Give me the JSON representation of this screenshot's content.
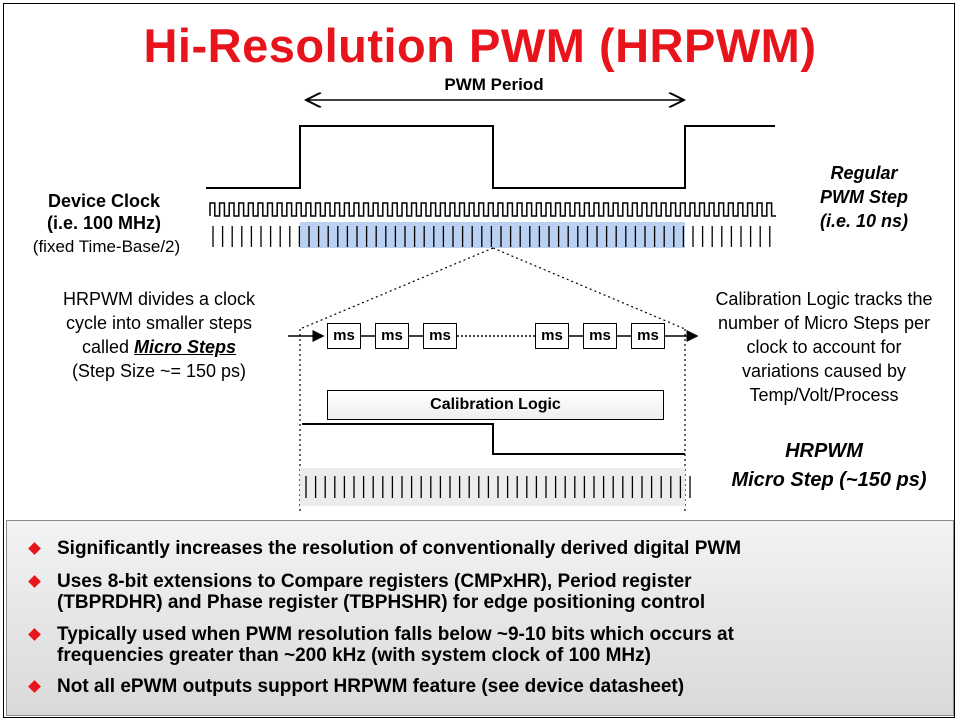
{
  "title": "Hi-Resolution PWM (HRPWM)",
  "pwm_period_label": "PWM Period",
  "device_clock": {
    "name": "Device Clock",
    "freq": "(i.e. 100 MHz)",
    "note": "(fixed Time-Base/2)"
  },
  "regular_step": {
    "line1": "Regular",
    "line2": "PWM Step",
    "line3": "(i.e. 10 ns)"
  },
  "hrpwm_left": {
    "line1": "HRPWM divides a clock",
    "line2": "cycle into smaller steps",
    "line3_prefix": "called ",
    "line3_emph": "Micro Steps",
    "line4": "(Step Size ~= 150 ps)"
  },
  "calibration_right": {
    "line1": "Calibration Logic tracks the",
    "line2": "number of Micro Steps per",
    "line3": "clock to account for",
    "line4": "variations caused by",
    "line5": "Temp/Volt/Process"
  },
  "micro_step_label": "ms",
  "calibration_logic_label": "Calibration Logic",
  "hrpwm_micro": {
    "line1": "HRPWM",
    "line2": "Micro Step (~150 ps)"
  },
  "bullets": [
    {
      "text": "Significantly increases the resolution of conventionally derived digital PWM"
    },
    {
      "line1": "Uses 8-bit extensions to Compare registers (CMPxHR), Period register",
      "line2": "(TBPRDHR) and Phase register  (TBPHSHR) for edge positioning control"
    },
    {
      "line1": "Typically used when PWM resolution falls below ~9-10 bits which occurs at",
      "line2": "frequencies greater than ~200 kHz (with system clock of 100 MHz)"
    },
    {
      "text": "Not all ePWM outputs support HRPWM feature (see device datasheet)"
    }
  ],
  "colors": {
    "title": "#e8141b",
    "bullet_marker": "#e8141b",
    "step_highlight": "#bcd1f2"
  }
}
